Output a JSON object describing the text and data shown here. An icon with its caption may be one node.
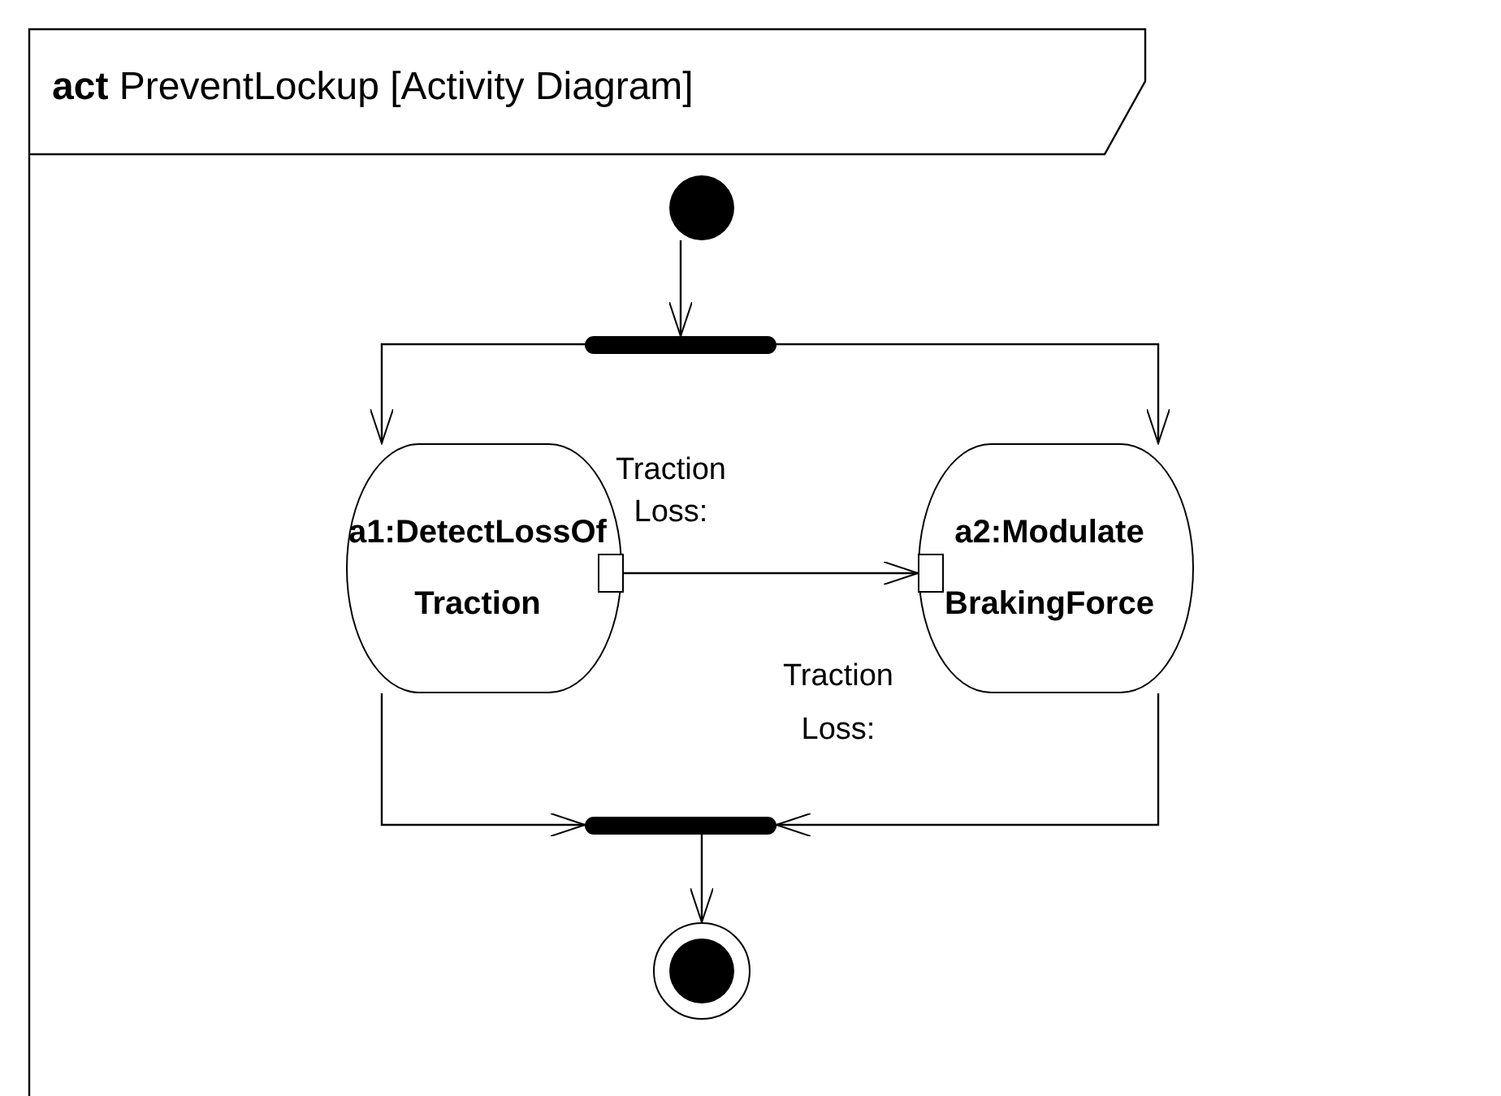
{
  "diagram": {
    "title": "**act** PreventLockup [Activity Diagram]",
    "nodes": [
      {
        "text": [],
        "shape": "circle"
      },
      {
        "text": [],
        "shape": "bar"
      },
      {
        "text": [
          "a1:DetectLossOf Traction"
        ]
      },
      {
        "text": [],
        "shape": "box",
        "in": 2
      },
      {
        "text": [
          "a2:Modulate BrakingForce"
        ]
      },
      {
        "text": [],
        "shape": "box",
        "in": 4
      },
      {
        "text": [],
        "shape": "bar"
      },
      {
        "text": [],
        "shape": "circle"
      }
    ],
    "edges": [
      {
        "from": 0,
        "to": 1,
        "arrow": "to"
      },
      {
        "from": 1,
        "to": 2,
        "arrow": "to"
      },
      {
        "from": 1,
        "to": 4,
        "arrow": "to"
      },
      {
        "from": 3,
        "to": 5,
        "arrow": "to"
      },
      {
        "from": 2,
        "to": 6,
        "arrow": "to"
      },
      {
        "from": 4,
        "to": 6,
        "arrow": "to"
      },
      {
        "from": 6,
        "to": 7,
        "arrow": "to"
      }
    ],
    "labels": [
      "Traction Loss:",
      "Traction Loss:"
    ]
  }
}
